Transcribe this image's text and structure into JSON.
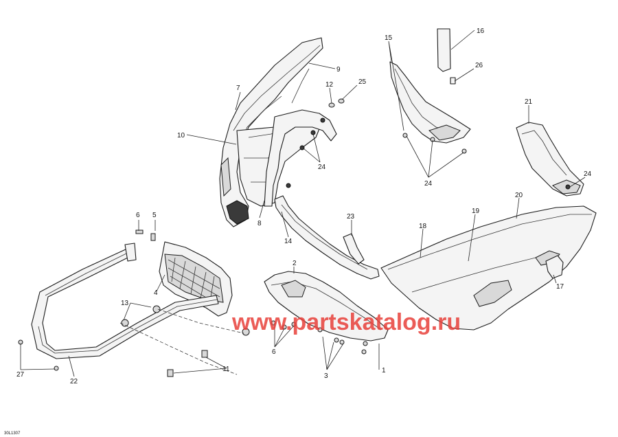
{
  "watermark": "www.partskatalog.ru",
  "drawing_code": "30L1307",
  "callouts": [
    "1",
    "2",
    "3",
    "4",
    "5",
    "6",
    "6",
    "7",
    "8",
    "9",
    "10",
    "11",
    "12",
    "13",
    "14",
    "15",
    "16",
    "17",
    "18",
    "19",
    "20",
    "21",
    "22",
    "23",
    "24",
    "24",
    "24",
    "25",
    "26",
    "27"
  ],
  "colors": {
    "watermark": "#e8403a",
    "line": "#1a1a1a",
    "fill": "#f4f4f4"
  }
}
